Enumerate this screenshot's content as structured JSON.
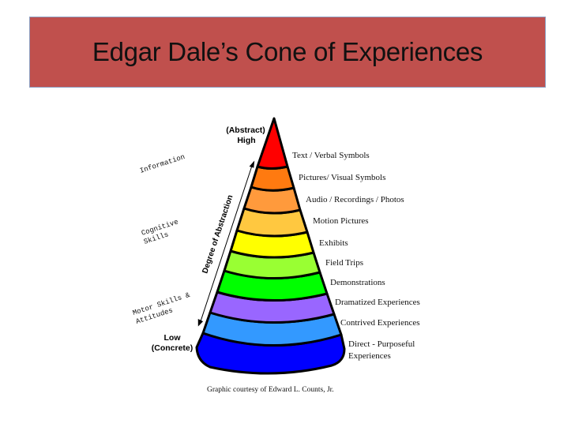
{
  "slide": {
    "title": "Edgar Dale’s Cone of Experiences",
    "title_bg": "#C0504D"
  },
  "cone": {
    "top_label_line1": "(Abstract)",
    "top_label_line2": "High",
    "bottom_label_line1": "Low",
    "bottom_label_line2": "(Concrete)",
    "axis_label": "Degree of Abstraction",
    "levels": [
      {
        "label": "Text / Verbal Symbols",
        "color": "#FF0000"
      },
      {
        "label": "Pictures/ Visual Symbols",
        "color": "#FF7A10"
      },
      {
        "label": "Audio / Recordings / Photos",
        "color": "#FF9A3C"
      },
      {
        "label": "Motion Pictures",
        "color": "#FFC840"
      },
      {
        "label": "Exhibits",
        "color": "#FFFF00"
      },
      {
        "label": "Field Trips",
        "color": "#99FF33"
      },
      {
        "label": "Demonstrations",
        "color": "#00FF00"
      },
      {
        "label": "Dramatized Experiences",
        "color": "#9966FF"
      },
      {
        "label": "Contrived Experiences",
        "color": "#3399FF"
      },
      {
        "label": "Direct - Purposeful",
        "label_line2": "Experiences",
        "color": "#0000FF"
      }
    ]
  },
  "side_labels": {
    "information": "Information",
    "cognitive_line1": "Cognitive",
    "cognitive_line2": "Skills",
    "motor_line1": "Motor Skills &",
    "motor_line2": "Attitudes"
  },
  "credit": "Graphic courtesy of Edward L. Counts, Jr."
}
